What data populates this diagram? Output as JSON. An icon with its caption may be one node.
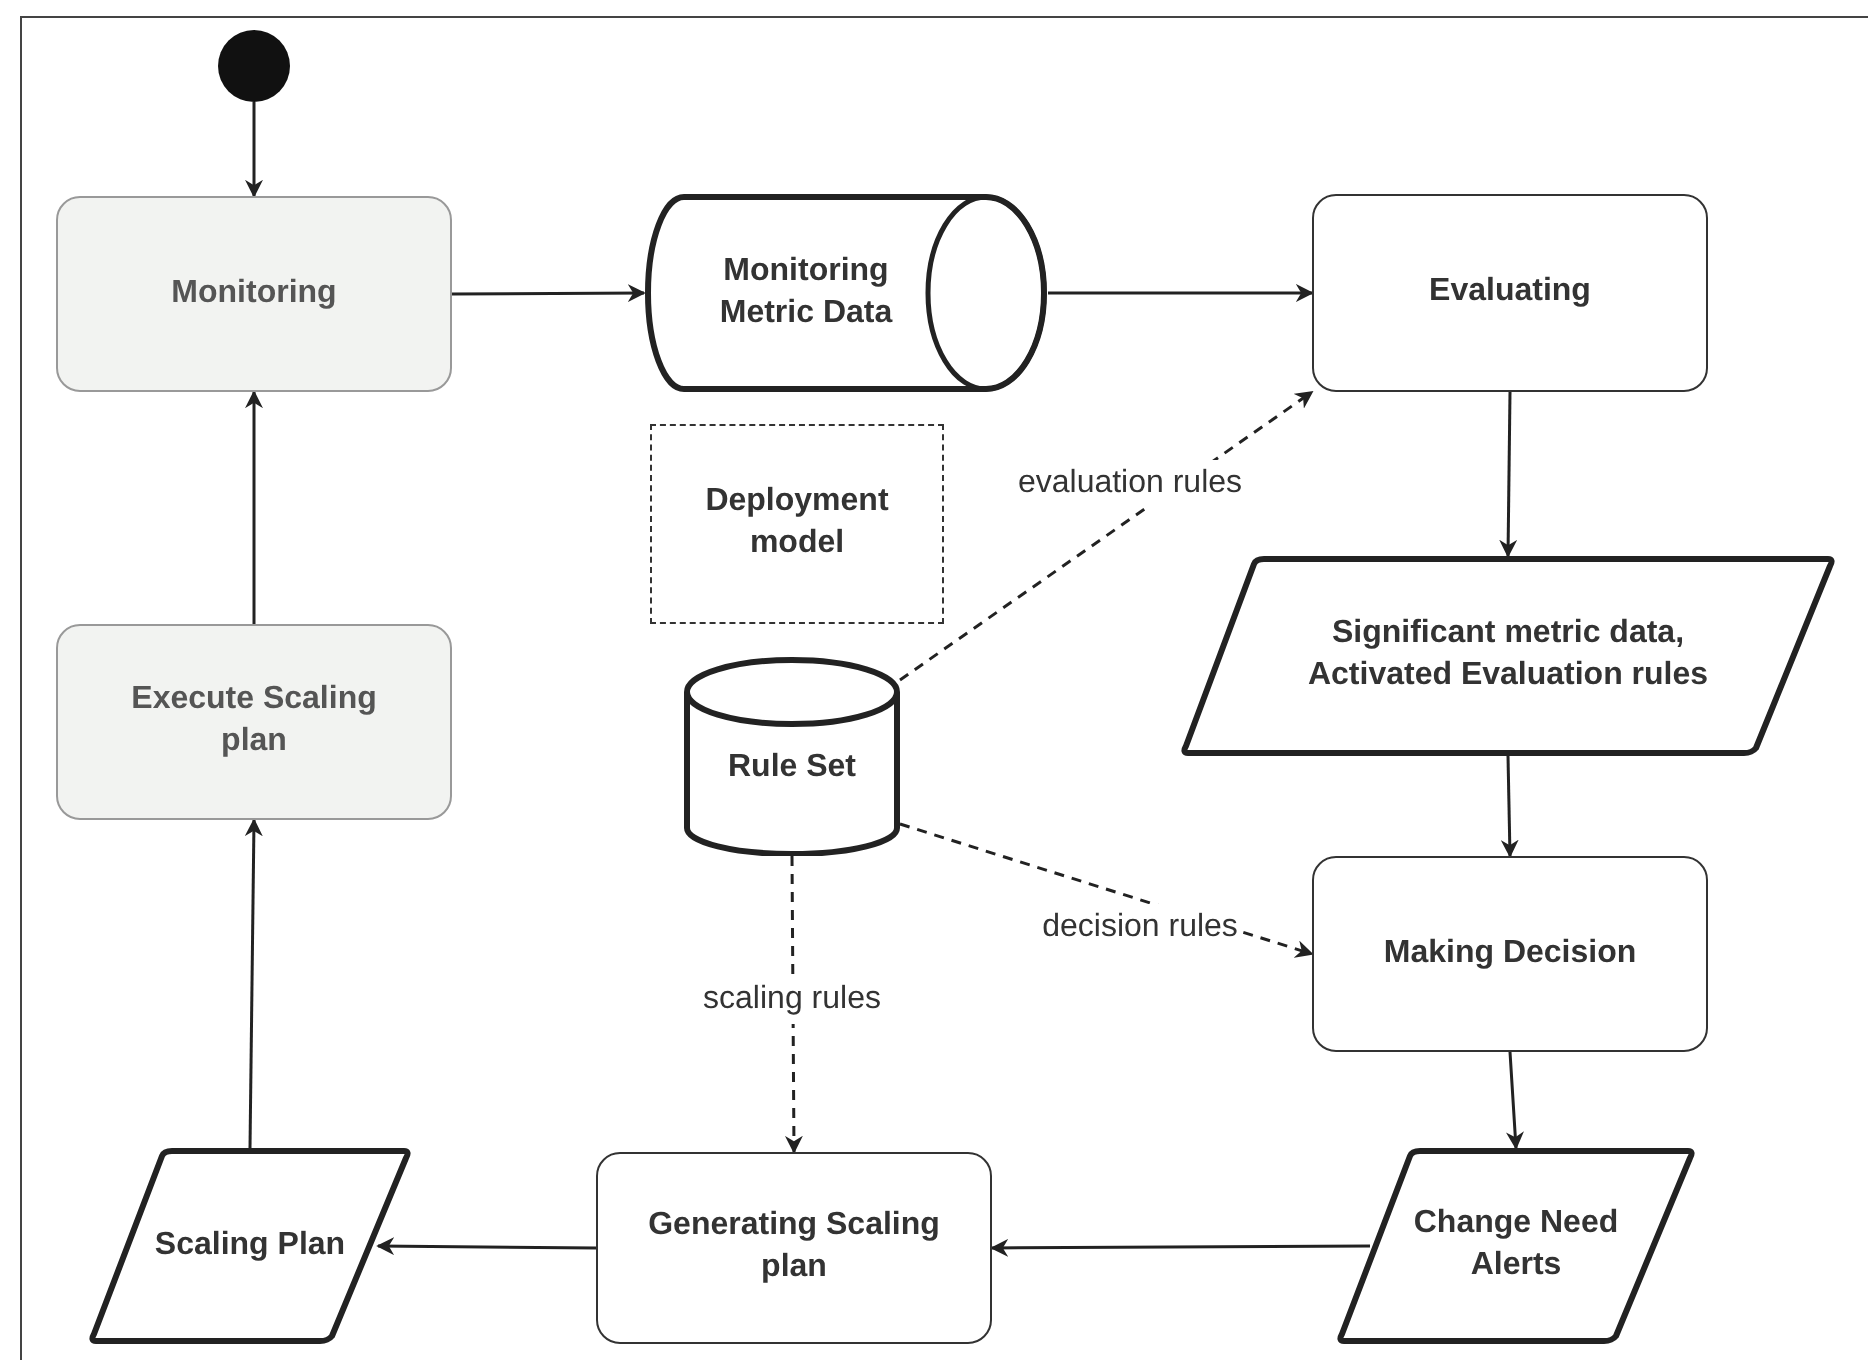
{
  "diagram": {
    "nodes": [
      {
        "text": [],
        "shape": "circle"
      },
      {
        "text": [
          "Monitoring"
        ]
      },
      {
        "text": [
          "Monitoring Metric Data"
        ]
      },
      {
        "text": [
          "Evaluating"
        ]
      },
      {
        "text": [
          "Deployment model"
        ]
      },
      {
        "text": [
          "Significant metric data, Activated Evaluation rules"
        ]
      },
      {
        "text": [
          "Execute Scaling plan"
        ]
      },
      {
        "text": [
          "Rule Set"
        ]
      },
      {
        "text": [
          "Making Decision"
        ]
      },
      {
        "text": [
          "Scaling Plan"
        ]
      },
      {
        "text": [
          "Generating Scaling plan"
        ]
      },
      {
        "text": [
          "Change Need Alerts"
        ]
      }
    ],
    "edges": [
      {
        "from": 0,
        "to": 1,
        "arrow": "to"
      },
      {
        "from": 1,
        "to": 2,
        "arrow": "to"
      },
      {
        "from": 2,
        "to": 3,
        "arrow": "to"
      },
      {
        "from": 3,
        "to": 5,
        "arrow": "to"
      },
      {
        "from": 5,
        "to": 8,
        "arrow": "to"
      },
      {
        "from": 8,
        "to": 11,
        "arrow": "to"
      },
      {
        "from": 11,
        "to": 10,
        "arrow": "to"
      },
      {
        "from": 10,
        "to": 9,
        "arrow": "to"
      },
      {
        "from": 9,
        "to": 6,
        "arrow": "to"
      },
      {
        "from": 6,
        "to": 1,
        "arrow": "to"
      },
      {
        "from": 7,
        "to": 3,
        "arrow": "to",
        "label": "evaluation rules",
        "style": "dashed"
      },
      {
        "from": 7,
        "to": 8,
        "arrow": "to",
        "label": "decision rules",
        "style": "dashed"
      },
      {
        "from": 7,
        "to": 10,
        "arrow": "to",
        "label": "scaling rules",
        "style": "dashed"
      }
    ]
  }
}
